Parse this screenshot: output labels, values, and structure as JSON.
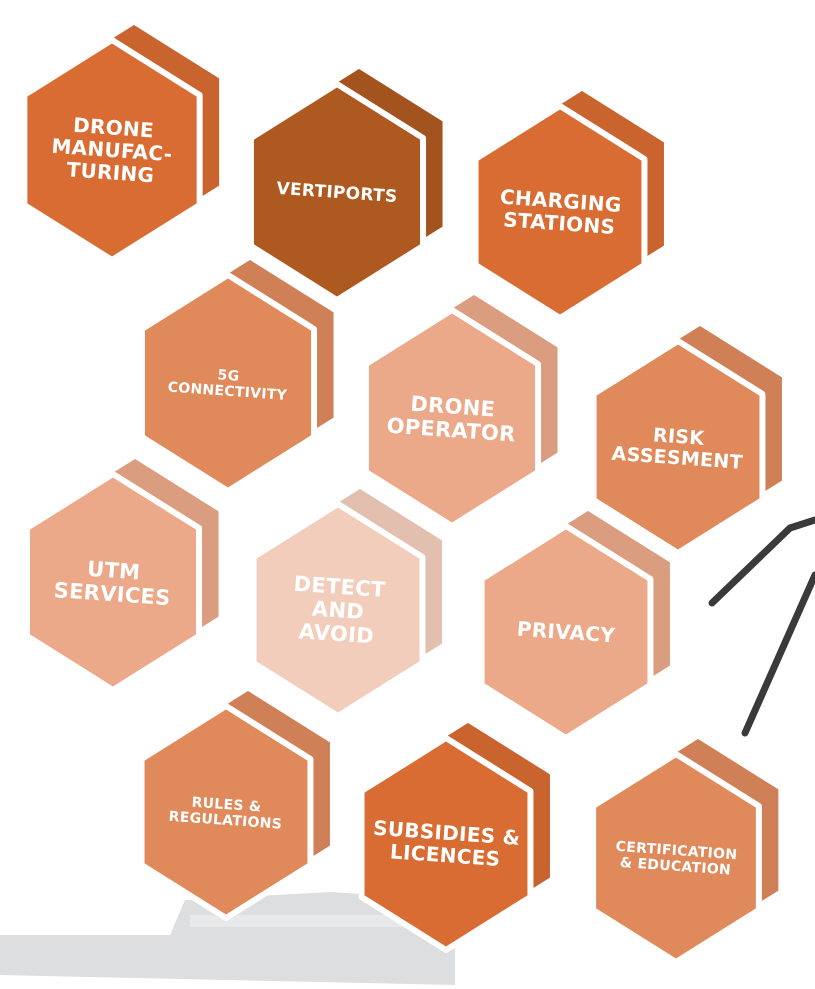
{
  "colors": {
    "dark": "#ae5920",
    "strong": "#d96c33",
    "medium": "#e08a5c",
    "light": "#eba98a",
    "pale": "#f3cdbc",
    "connector": "#3a3a3a",
    "building": "#9aa0a6",
    "edge": "#ffffff"
  },
  "hexagons": [
    {
      "id": "drone-manufacturing",
      "lines": [
        "DRONE",
        "MANUFAC-",
        "TURING"
      ],
      "color": "strong"
    },
    {
      "id": "vertiports",
      "lines": [
        "VERTIPORTS"
      ],
      "color": "dark"
    },
    {
      "id": "charging-stations",
      "lines": [
        "CHARGING",
        "STATIONS"
      ],
      "color": "strong"
    },
    {
      "id": "5g-connectivity",
      "lines": [
        "5G",
        "CONNECTIVITY"
      ],
      "color": "medium"
    },
    {
      "id": "drone-operator",
      "lines": [
        "DRONE",
        "OPERATOR"
      ],
      "color": "light"
    },
    {
      "id": "risk-assesment",
      "lines": [
        "RISK",
        "ASSESMENT"
      ],
      "color": "medium"
    },
    {
      "id": "utm-services",
      "lines": [
        "UTM",
        "SERVICES"
      ],
      "color": "light"
    },
    {
      "id": "detect-and-avoid",
      "lines": [
        "DETECT",
        "AND",
        "AVOID"
      ],
      "color": "pale"
    },
    {
      "id": "privacy",
      "lines": [
        "PRIVACY"
      ],
      "color": "light"
    },
    {
      "id": "rules-regulations",
      "lines": [
        "RULES &",
        "REGULATIONS"
      ],
      "color": "medium"
    },
    {
      "id": "subsidies-licences",
      "lines": [
        "SUBSIDIES &",
        "LICENCES"
      ],
      "color": "strong"
    },
    {
      "id": "certification-education",
      "lines": [
        "CERTIFICATION",
        "& EDUCATION"
      ],
      "color": "medium"
    }
  ]
}
